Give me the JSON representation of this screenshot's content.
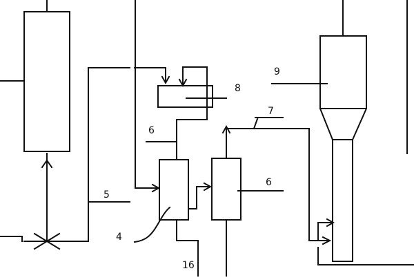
{
  "diagram": {
    "stroke_color": "#111111",
    "background": "#ffffff",
    "labels": {
      "stream_5": "5",
      "unit_4": "4",
      "stream_16": "16",
      "stream_6_upper": "6",
      "unit_6_right": "6",
      "stream_7": "7",
      "unit_8": "8",
      "unit_9": "9"
    }
  }
}
